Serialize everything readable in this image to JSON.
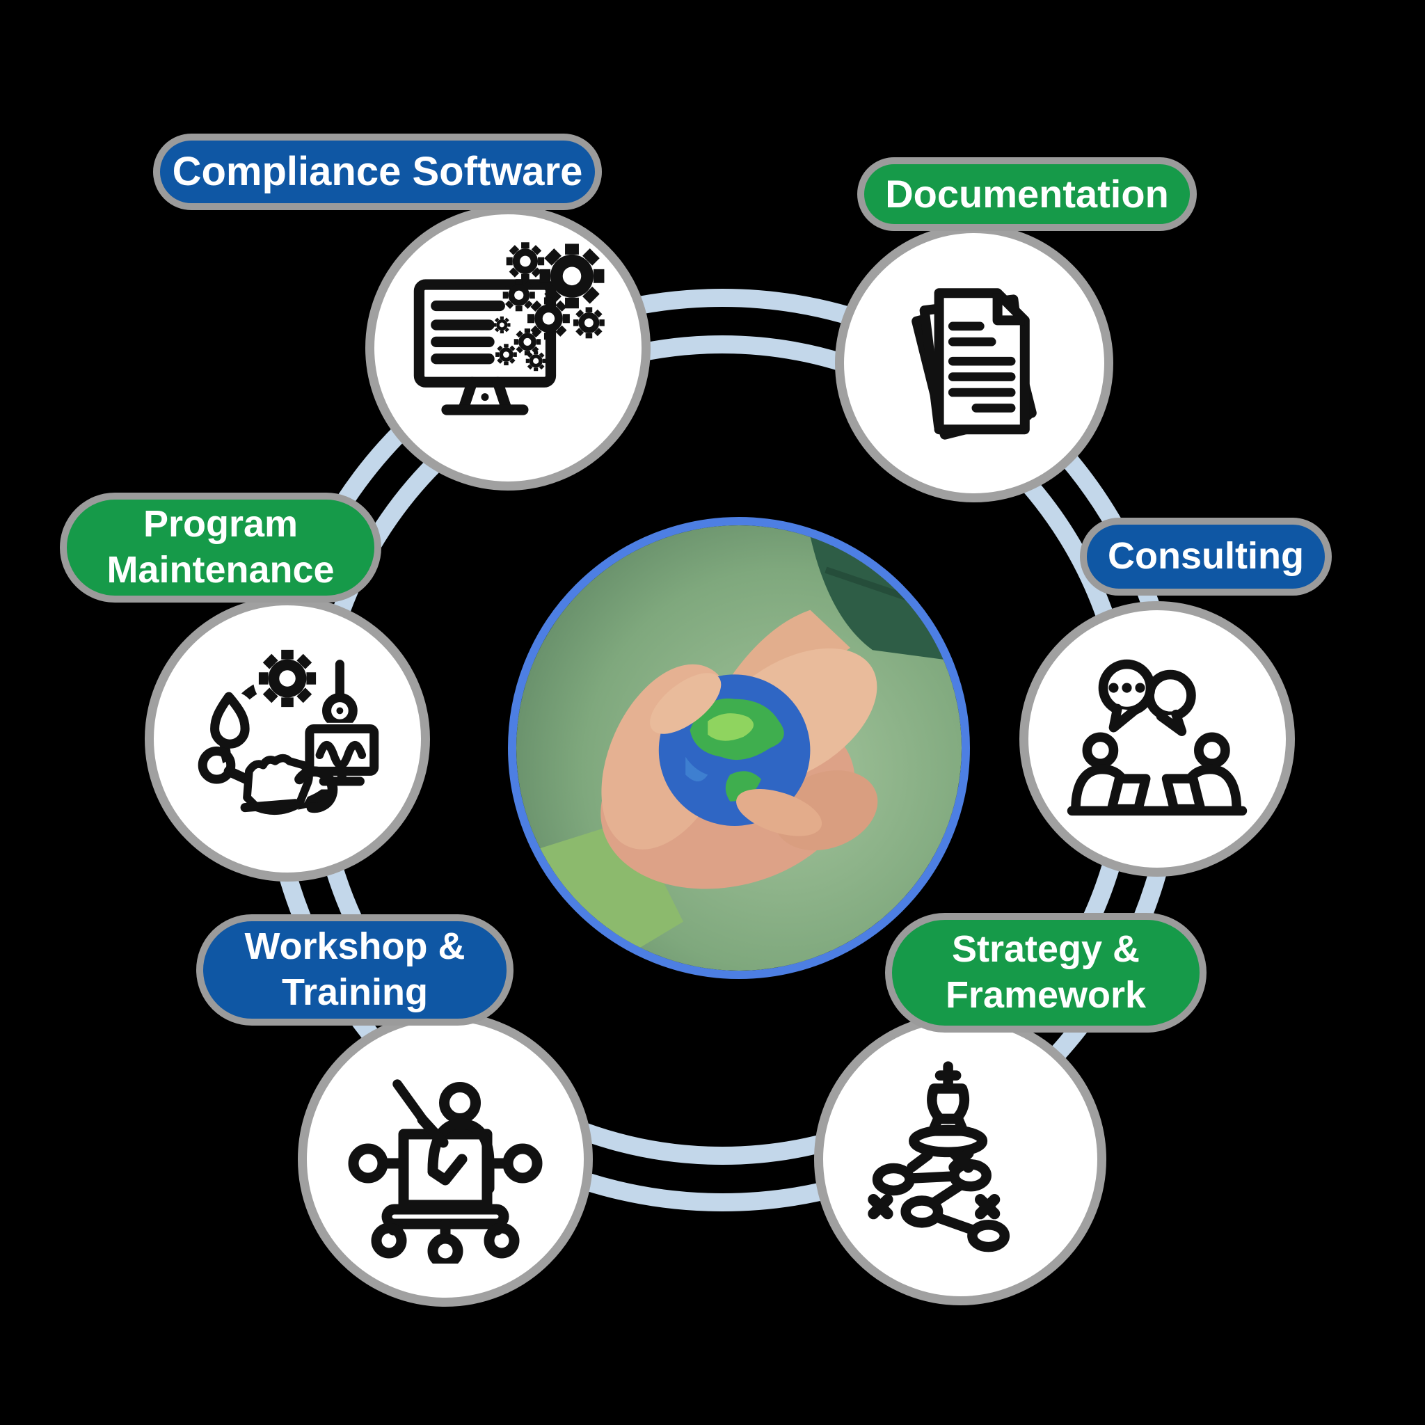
{
  "diagram": {
    "description": "Sustainability services wheel diagram",
    "center_image": {
      "description": "Two hands cupping a small painted Earth globe on a green background",
      "border_color": "#4d7fe3"
    },
    "colors": {
      "blue_pill": "#0f57a4",
      "green_pill": "#169a49",
      "pill_text": "#ffffff",
      "pill_border": "#9b9b9b",
      "circle_border": "#a0a0a0",
      "circle_fill": "#ffffff",
      "ring": "#c3d7ea",
      "icon_stroke": "#111111",
      "background": "#000000"
    },
    "nodes": [
      {
        "label": "Compliance Software",
        "pill_color": "blue",
        "icon": "computer-gears-icon"
      },
      {
        "label": "Documentation",
        "pill_color": "green",
        "icon": "documents-icon"
      },
      {
        "label": "Consulting",
        "pill_color": "blue",
        "icon": "discussion-people-icon"
      },
      {
        "label": "Strategy & Framework",
        "pill_color": "green",
        "icon": "chess-strategy-icon"
      },
      {
        "label": "Workshop & Training",
        "pill_color": "blue",
        "icon": "trainer-presentation-icon"
      },
      {
        "label": "Program Maintenance",
        "pill_color": "green",
        "icon": "maintenance-cycle-icon"
      }
    ]
  }
}
